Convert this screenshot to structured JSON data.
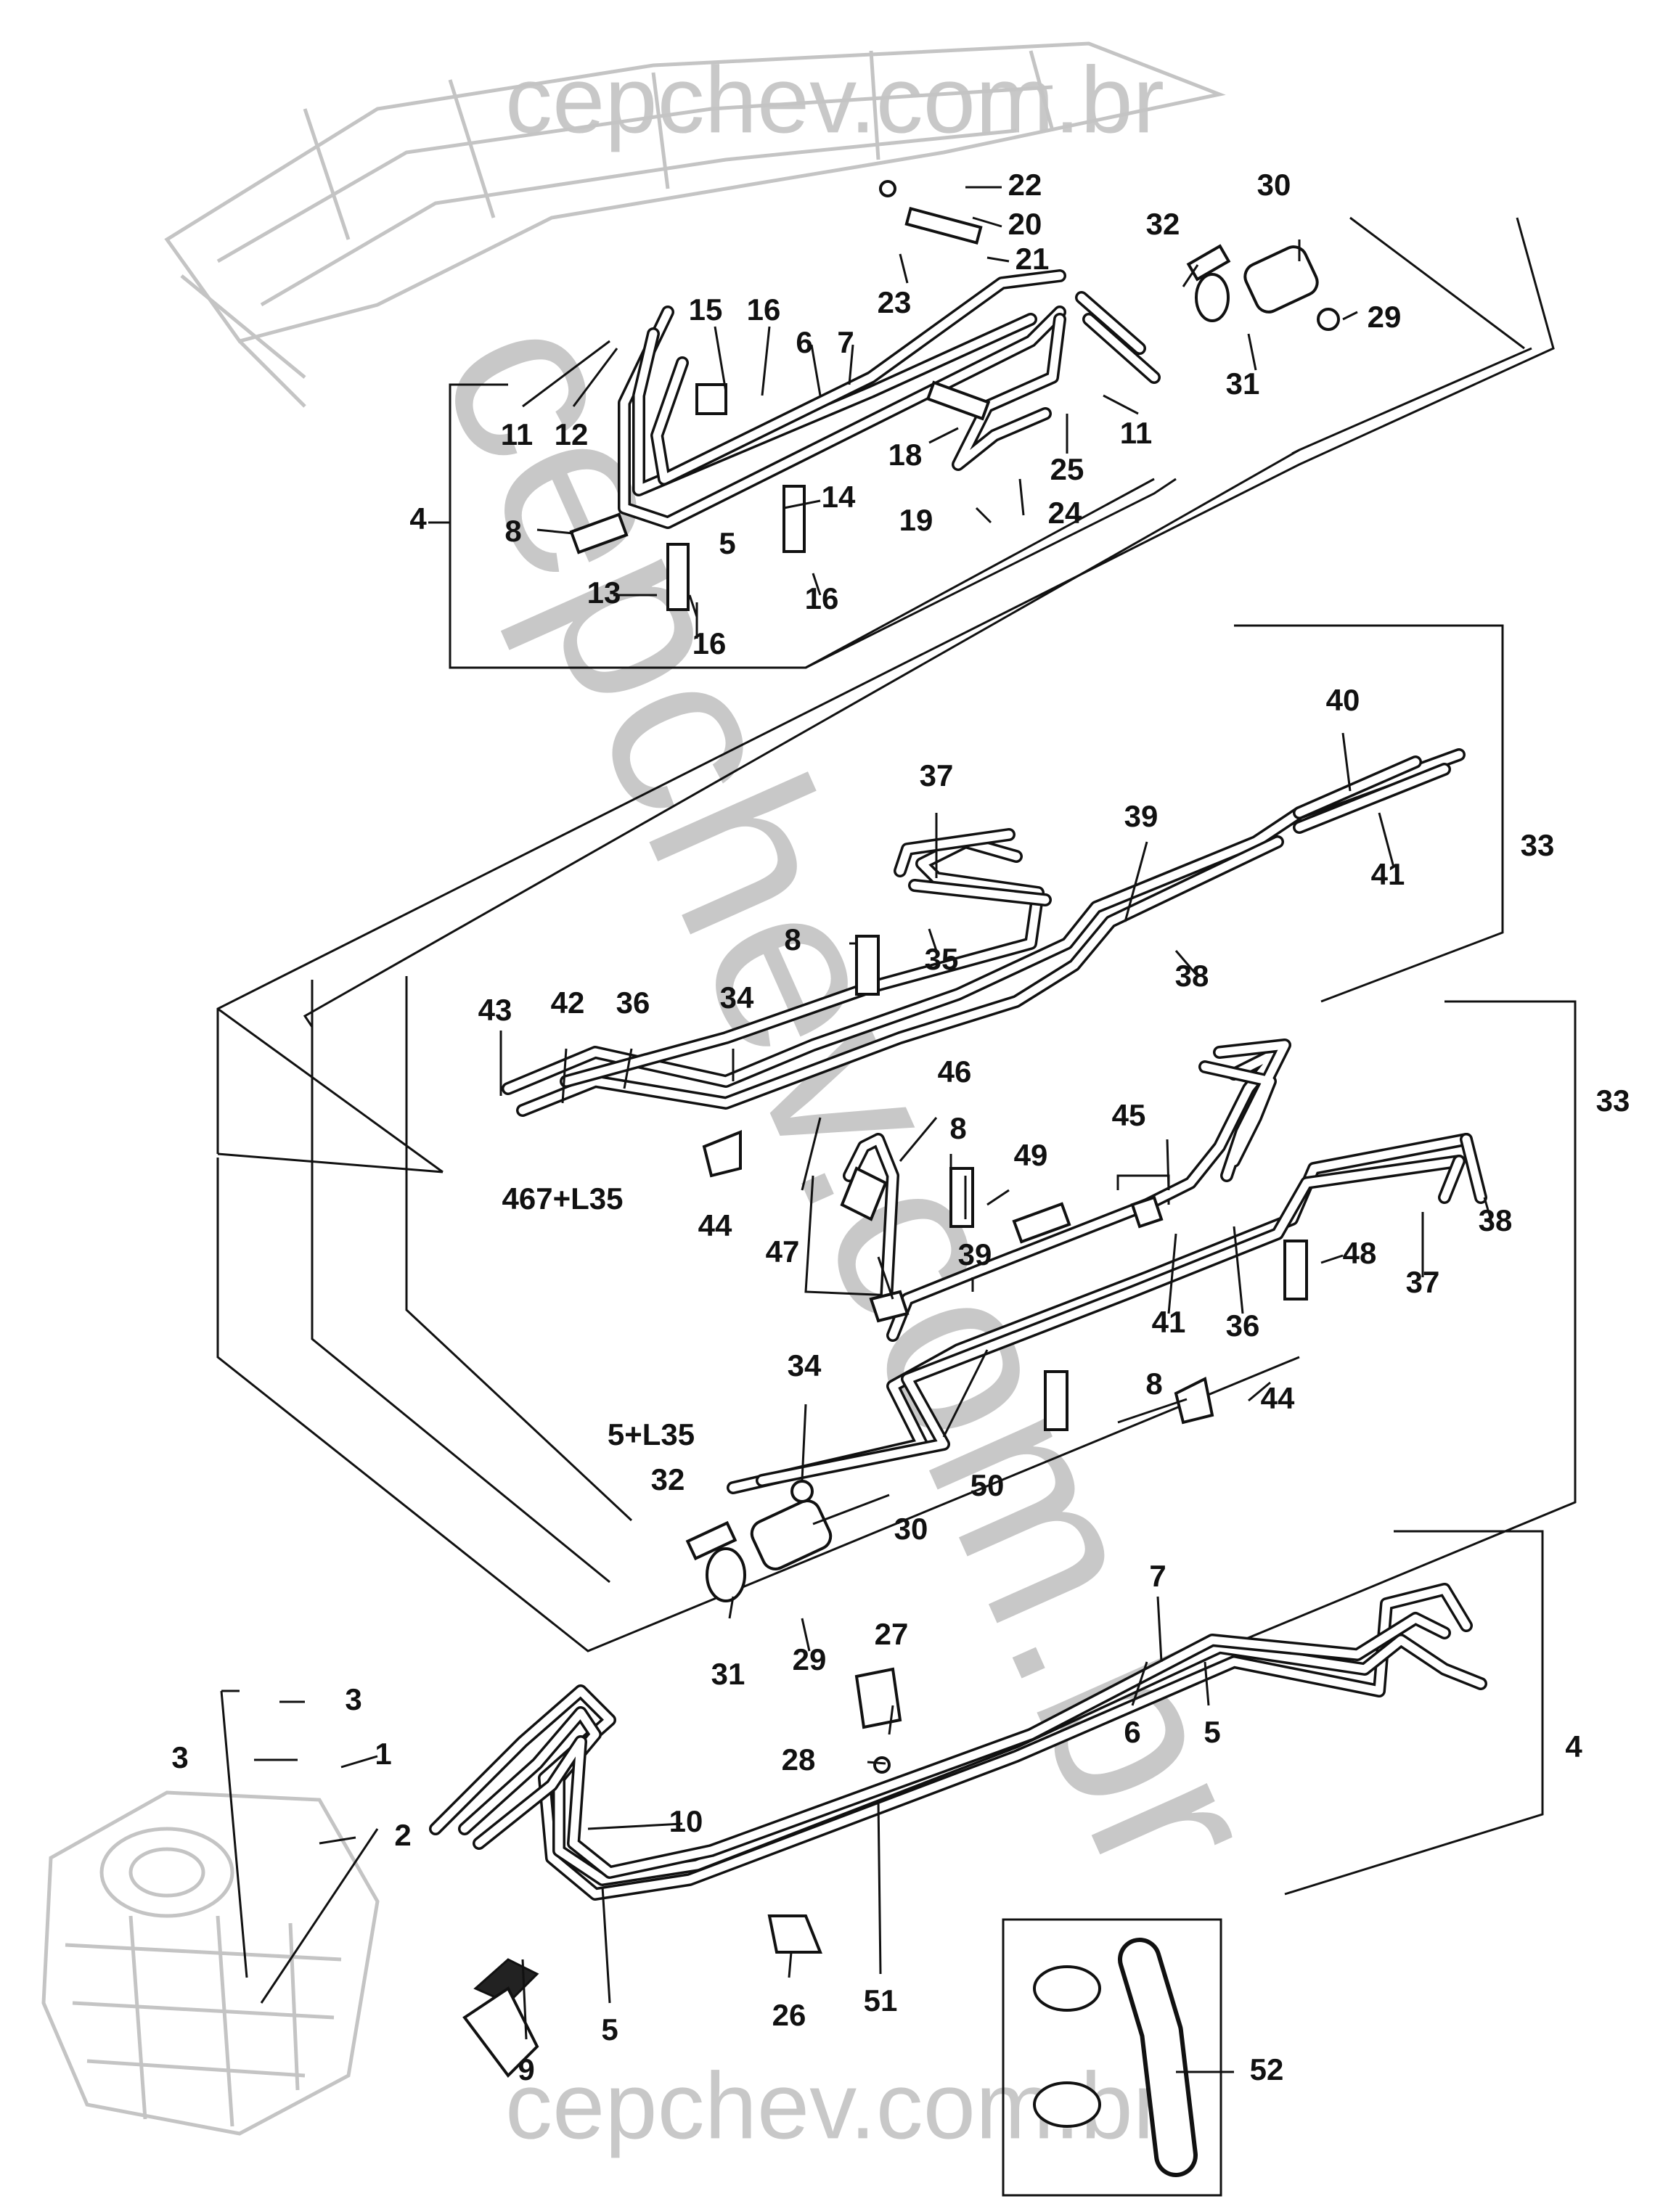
{
  "watermarks": {
    "top": "cepchev.com.br",
    "bottom": "cepchev.com.br",
    "diagonal": "cepchev.com.br"
  },
  "callouts": [
    {
      "id": "c1",
      "text": "22"
    },
    {
      "id": "c2",
      "text": "20"
    },
    {
      "id": "c3",
      "text": "21"
    },
    {
      "id": "c4",
      "text": "23"
    },
    {
      "id": "c5",
      "text": "32"
    },
    {
      "id": "c6",
      "text": "30"
    },
    {
      "id": "c7",
      "text": "29"
    },
    {
      "id": "c8",
      "text": "31"
    },
    {
      "id": "c9",
      "text": "15"
    },
    {
      "id": "c10",
      "text": "16"
    },
    {
      "id": "c11",
      "text": "6"
    },
    {
      "id": "c12",
      "text": "7"
    },
    {
      "id": "c13",
      "text": "11"
    },
    {
      "id": "c14",
      "text": "12"
    },
    {
      "id": "c15",
      "text": "18"
    },
    {
      "id": "c16",
      "text": "25"
    },
    {
      "id": "c17",
      "text": "11"
    },
    {
      "id": "c18",
      "text": "4"
    },
    {
      "id": "c19",
      "text": "14"
    },
    {
      "id": "c20",
      "text": "19"
    },
    {
      "id": "c21",
      "text": "24"
    },
    {
      "id": "c22",
      "text": "8"
    },
    {
      "id": "c23",
      "text": "5"
    },
    {
      "id": "c24",
      "text": "13"
    },
    {
      "id": "c25",
      "text": "16"
    },
    {
      "id": "c26",
      "text": "16"
    },
    {
      "id": "c27",
      "text": "40"
    },
    {
      "id": "c28",
      "text": "37"
    },
    {
      "id": "c29",
      "text": "39"
    },
    {
      "id": "c30",
      "text": "33"
    },
    {
      "id": "c31",
      "text": "41"
    },
    {
      "id": "c32",
      "text": "8"
    },
    {
      "id": "c33",
      "text": "35"
    },
    {
      "id": "c34",
      "text": "38"
    },
    {
      "id": "c35",
      "text": "43"
    },
    {
      "id": "c36",
      "text": "42"
    },
    {
      "id": "c37",
      "text": "36"
    },
    {
      "id": "c38",
      "text": "34"
    },
    {
      "id": "c39",
      "text": "46"
    },
    {
      "id": "c40",
      "text": "467+L35"
    },
    {
      "id": "c41",
      "text": "44"
    },
    {
      "id": "c42",
      "text": "8"
    },
    {
      "id": "c43",
      "text": "49"
    },
    {
      "id": "c44",
      "text": "45"
    },
    {
      "id": "c45",
      "text": "33"
    },
    {
      "id": "c46",
      "text": "47"
    },
    {
      "id": "c47",
      "text": "39"
    },
    {
      "id": "c48",
      "text": "41"
    },
    {
      "id": "c49",
      "text": "36"
    },
    {
      "id": "c50",
      "text": "48"
    },
    {
      "id": "c51",
      "text": "37"
    },
    {
      "id": "c52",
      "text": "38"
    },
    {
      "id": "c53",
      "text": "34"
    },
    {
      "id": "c54",
      "text": "8"
    },
    {
      "id": "c55",
      "text": "44"
    },
    {
      "id": "c56",
      "text": "5+L35"
    },
    {
      "id": "c57",
      "text": "32"
    },
    {
      "id": "c58",
      "text": "50"
    },
    {
      "id": "c59",
      "text": "30"
    },
    {
      "id": "c60",
      "text": "31"
    },
    {
      "id": "c61",
      "text": "29"
    },
    {
      "id": "c62",
      "text": "7"
    },
    {
      "id": "c63",
      "text": "4"
    },
    {
      "id": "c64",
      "text": "27"
    },
    {
      "id": "c65",
      "text": "3"
    },
    {
      "id": "c66",
      "text": "1"
    },
    {
      "id": "c67",
      "text": "3"
    },
    {
      "id": "c68",
      "text": "6"
    },
    {
      "id": "c69",
      "text": "5"
    },
    {
      "id": "c70",
      "text": "28"
    },
    {
      "id": "c71",
      "text": "2"
    },
    {
      "id": "c72",
      "text": "10"
    },
    {
      "id": "c73",
      "text": "9"
    },
    {
      "id": "c74",
      "text": "5"
    },
    {
      "id": "c75",
      "text": "26"
    },
    {
      "id": "c76",
      "text": "51"
    },
    {
      "id": "c77",
      "text": "52"
    }
  ]
}
